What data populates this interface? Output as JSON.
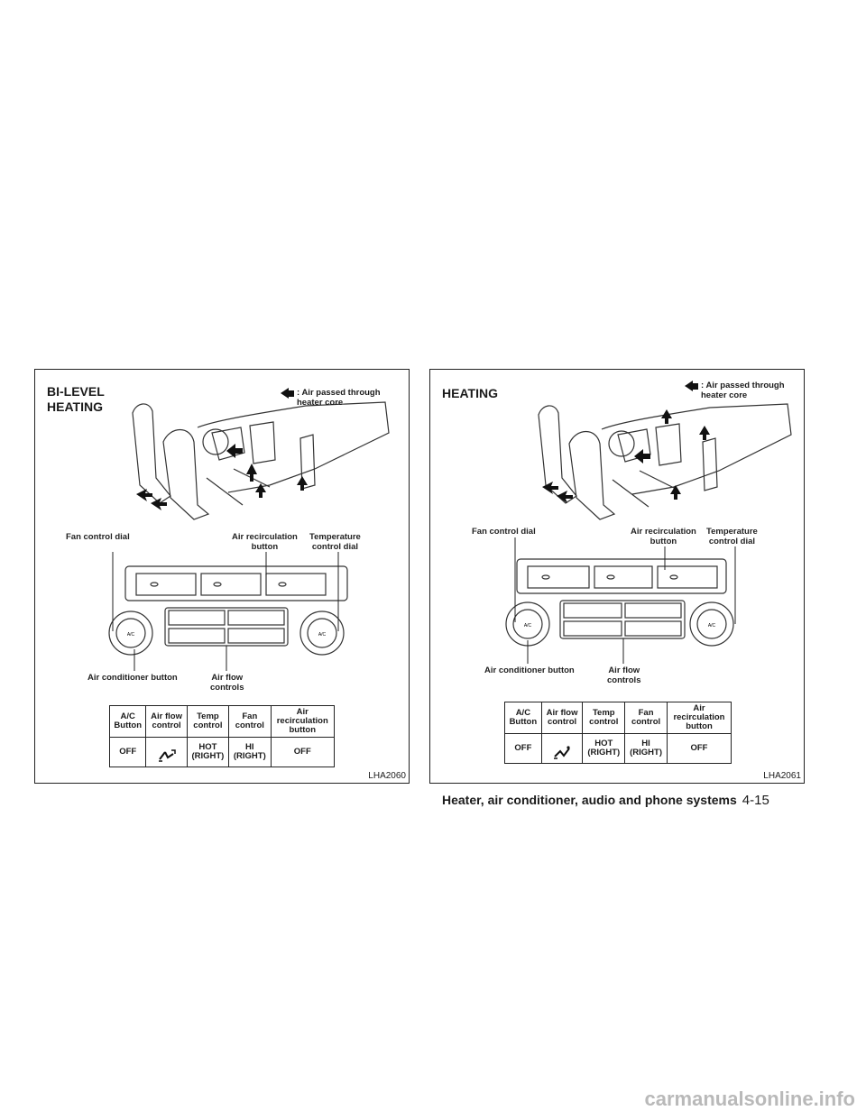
{
  "panels": [
    {
      "title": "BI-LEVEL\nHEATING",
      "legend": ": Air passed through\nheater core",
      "labels": {
        "fan_dial": "Fan control dial",
        "recirc": "Air recirculation\nbutton",
        "temp": "Temperature\ncontrol dial",
        "ac": "Air conditioner button",
        "airflow": "Air flow\ncontrols"
      },
      "table": {
        "headers": [
          "A/C\nButton",
          "Air flow\ncontrol",
          "Temp\ncontrol",
          "Fan\ncontrol",
          "Air\nrecirculation\nbutton"
        ],
        "values": [
          "OFF",
          "",
          "HOT\n(RIGHT)",
          "HI\n(RIGHT)",
          "OFF"
        ],
        "airflow_icon": "bi-level-airflow-icon"
      },
      "code": "LHA2060"
    },
    {
      "title": "HEATING",
      "legend": ": Air passed through\nheater core",
      "labels": {
        "fan_dial": "Fan control dial",
        "recirc": "Air recirculation\nbutton",
        "temp": "Temperature\ncontrol dial",
        "ac": "Air conditioner button",
        "airflow": "Air flow\ncontrols"
      },
      "table": {
        "headers": [
          "A/C\nButton",
          "Air flow\ncontrol",
          "Temp\ncontrol",
          "Fan\ncontrol",
          "Air\nrecirculation\nbutton"
        ],
        "values": [
          "OFF",
          "",
          "HOT\n(RIGHT)",
          "HI\n(RIGHT)",
          "OFF"
        ],
        "airflow_icon": "foot-airflow-icon"
      },
      "code": "LHA2061"
    }
  ],
  "footer": {
    "section": "Heater, air conditioner, audio and phone systems",
    "page": "4-15"
  },
  "watermark": "carmanualsonline.info"
}
